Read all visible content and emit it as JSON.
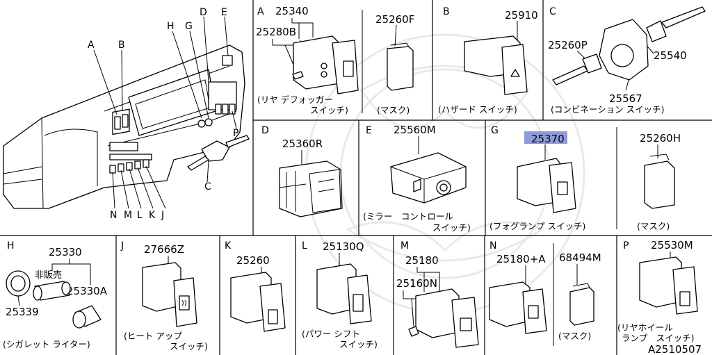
{
  "dash": {
    "letters": [
      "A",
      "B",
      "D",
      "E",
      "H",
      "G",
      "P",
      "C",
      "N",
      "M",
      "L",
      "K",
      "J"
    ]
  },
  "A": {
    "sec": "A",
    "pn1": "25340",
    "pn2": "25280B",
    "pn3": "25260F",
    "cap1a": "(リヤ デフォッガー",
    "cap1b": "スイッチ)",
    "cap2": "(マスク)"
  },
  "B": {
    "sec": "B",
    "pn1": "25910",
    "cap1": "(ハザード スイッチ)"
  },
  "C": {
    "sec": "C",
    "pn1": "25260P",
    "pn2": "25540",
    "pn3": "25567",
    "cap1": "(コンビネーション スイッチ)"
  },
  "D": {
    "sec": "D",
    "pn1": "25360R"
  },
  "E": {
    "sec": "E",
    "pn1": "25560M",
    "cap1a": "(ミラー　コントロール",
    "cap1b": "スイッチ)"
  },
  "G": {
    "sec": "G",
    "pn1": "25370",
    "pn2": "25260H",
    "cap1": "(フォグランプ スイッチ)",
    "cap2": "(マスク)"
  },
  "H": {
    "sec": "H",
    "pn1": "25330",
    "pn2": "非販売",
    "pn3": "25330A",
    "pn4": "25339",
    "cap1": "(シガレット ライター)"
  },
  "J": {
    "sec": "J",
    "pn1": "27666Z",
    "cap1a": "(ヒート アップ",
    "cap1b": "スイッチ)"
  },
  "K": {
    "sec": "K",
    "pn1": "25260"
  },
  "L": {
    "sec": "L",
    "pn1": "25130Q",
    "cap1a": "(パワー シフト",
    "cap1b": "スイッチ)"
  },
  "M": {
    "sec": "M",
    "pn1": "25180",
    "pn2": "25160N"
  },
  "N": {
    "sec": "N",
    "pn1": "25180+A",
    "pn2": "68494M",
    "cap1": "(マスク)"
  },
  "P": {
    "sec": "P",
    "pn1": "25530M",
    "cap1a": "(リヤホイール",
    "cap1b": "ランプ　スイッチ)"
  },
  "ref": "A2510507",
  "colors": {
    "highlight": "#8f9bd8",
    "line": "#000000",
    "background": "#ffffff"
  }
}
